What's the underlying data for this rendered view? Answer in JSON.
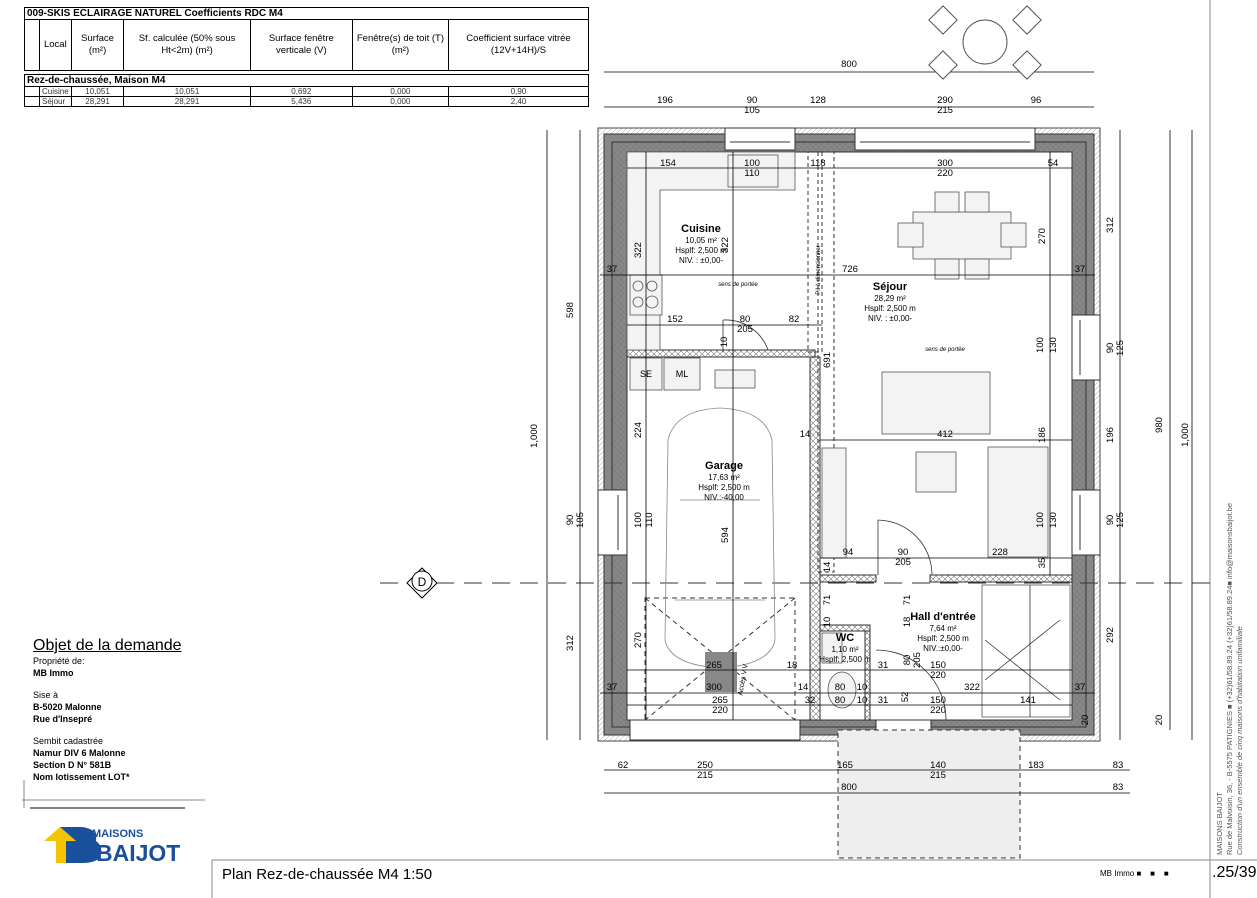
{
  "table": {
    "title": "009-SKIS ECLAIRAGE NATUREL Coefficients RDC M4",
    "headers": [
      "Local",
      "Surface (m²)",
      "Sf. calculée (50% sous Ht<2m) (m²)",
      "Surface fenêtre verticale (V)",
      "Fenêtre(s) de toit (T)  (m²)",
      "Coefficient surface vitrée (12V+14H)/S"
    ],
    "section": "Rez-de-chaussée, Maison M4",
    "rows": [
      {
        "local": "Cuisine",
        "surface": "10,051",
        "sf_calc": "10,051",
        "fen_v": "0,692",
        "fen_t": "0,000",
        "coef": "0,90"
      },
      {
        "local": "Séjour",
        "surface": "28,291",
        "sf_calc": "28,291",
        "fen_v": "5,436",
        "fen_t": "0,000",
        "coef": "2,40"
      }
    ]
  },
  "object": {
    "heading": "Objet de la demande",
    "owner_label": "Propriété de:",
    "owner": "MB Immo",
    "location_label": "Sise à",
    "address1": "B-5020 Malonne",
    "address2": "Rue d'Insepré",
    "cadastre_label": "Sembit cadastrée",
    "cad1": "Namur DIV 6 Malonne",
    "cad2": "Section D N° 581B",
    "cad3": "Nom lotissement LOT*"
  },
  "logo": {
    "line1": "MAISONS",
    "line2": "BAIJOT",
    "blue": "#1a4f9c",
    "yellow": "#f5c400"
  },
  "footer": {
    "plan_title": "Plan Rez-de-chaussée M4 1:50",
    "client": "MB Immo",
    "page": ".25/39",
    "company": "MAISONS BAIJOT",
    "address": "Rue de Malvoisin, 36, - B-5575 PATIGNIES ■ (+32)61/58.89.24 (+32)61/58.89.24■ info@maisonsbaijot.be",
    "project": "Construction d'un ensemble de cinq maisons d'habitation unifamiliale"
  },
  "plan": {
    "rooms": [
      {
        "name": "Cuisine",
        "area": "10,05 m²",
        "height": "Hsplf: 2,500 m",
        "level": "NIV. : ±0,00-"
      },
      {
        "name": "Séjour",
        "area": "28,29 m²",
        "height": "Hsplf: 2,500 m",
        "level": "NIV. : ±0,00-"
      },
      {
        "name": "Garage",
        "area": "17,63 m²",
        "height": "Hsplf: 2,500 m",
        "level": "NIV.:-40,00"
      },
      {
        "name": "WC",
        "area": "1,10 m²",
        "height": "Hsplf: 2,500 m",
        "level": ""
      },
      {
        "name": "Hall d'entrée",
        "area": "7,64 m²",
        "height": "Hsplf: 2,500 m",
        "level": "NIV.:±0,00-"
      }
    ],
    "labels": [
      "SE",
      "ML",
      "sens de portée",
      "sens de portée",
      "Accès V.V",
      "Pil à dimensionner"
    ],
    "section_marker": "D",
    "dims": [
      "800",
      "196",
      "90",
      "105",
      "128",
      "290",
      "215",
      "96",
      "154",
      "100",
      "110",
      "118",
      "300",
      "220",
      "54",
      "322",
      "322",
      "270",
      "37",
      "726",
      "37",
      "152",
      "80",
      "205",
      "82",
      "10",
      "691",
      "100",
      "130",
      "224",
      "14",
      "412",
      "186",
      "100",
      "110",
      "594",
      "94",
      "90",
      "205",
      "228",
      "35",
      "14",
      "100",
      "130",
      "71",
      "10",
      "71",
      "18",
      "270",
      "265",
      "18",
      "300",
      "14",
      "80",
      "10",
      "322",
      "37",
      "37",
      "265",
      "220",
      "32",
      "80",
      "10",
      "31",
      "52",
      "150",
      "220",
      "141",
      "150",
      "220",
      "31",
      "80",
      "205",
      "62",
      "250",
      "215",
      "165",
      "140",
      "215",
      "183",
      "83",
      "800",
      "83",
      "1,000",
      "598",
      "90",
      "105",
      "312",
      "312",
      "90",
      "125",
      "196",
      "90",
      "125",
      "292",
      "980",
      "1,000",
      "20",
      "20"
    ]
  }
}
